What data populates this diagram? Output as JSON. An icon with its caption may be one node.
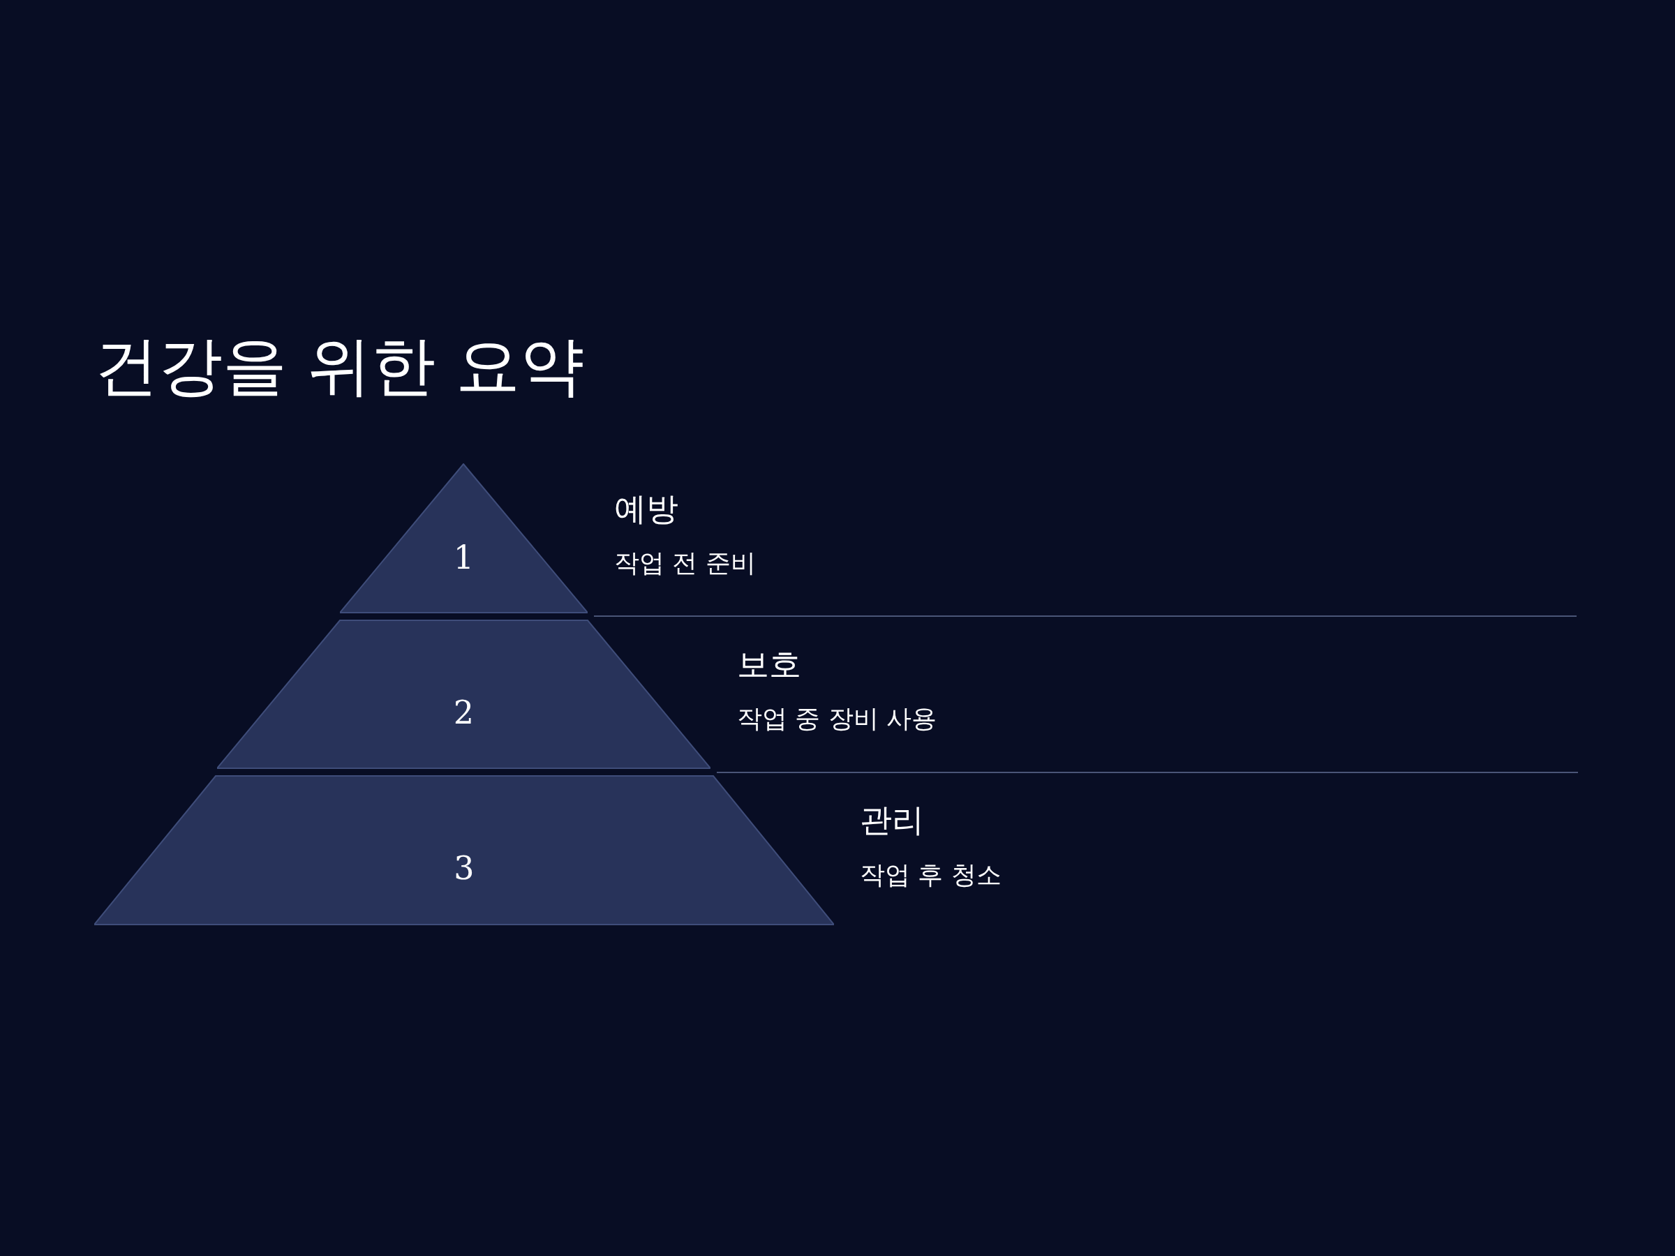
{
  "diagram": {
    "title": "건강을 위한 요약",
    "nodes": [
      {
        "text": [
          "1"
        ],
        "beside": [
          "예방",
          "작업 전 준비"
        ]
      },
      {
        "text": [
          "2"
        ],
        "beside": [
          "보호",
          "작업 중 장비 사용"
        ]
      },
      {
        "text": [
          "3"
        ],
        "beside": [
          "관리",
          "작업 후 청소"
        ]
      }
    ],
    "edges": []
  }
}
